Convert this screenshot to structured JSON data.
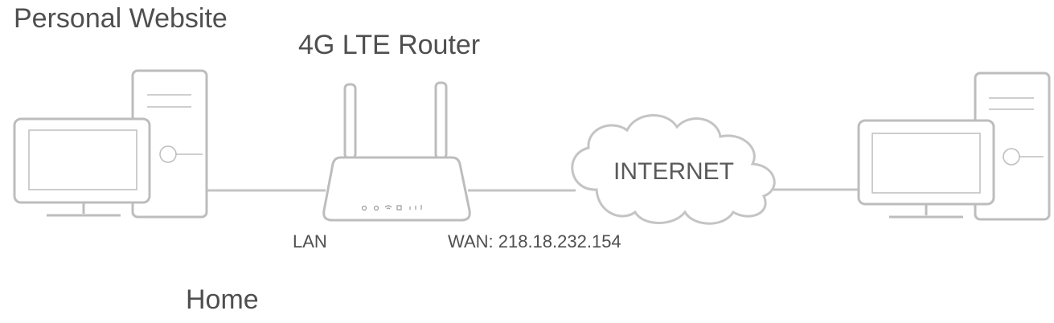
{
  "labels": {
    "personal_website": "Personal Website",
    "router": "4G LTE Router",
    "lan": "LAN",
    "wan": "WAN: 218.18.232.154",
    "home": "Home",
    "internet": "INTERNET"
  },
  "icons": {
    "left_computer": "desktop-computer-icon",
    "router": "router-icon",
    "cloud": "cloud-icon",
    "right_computer": "desktop-computer-icon"
  },
  "colors": {
    "line": "#bfbfbf",
    "text": "#4f4f4f"
  }
}
